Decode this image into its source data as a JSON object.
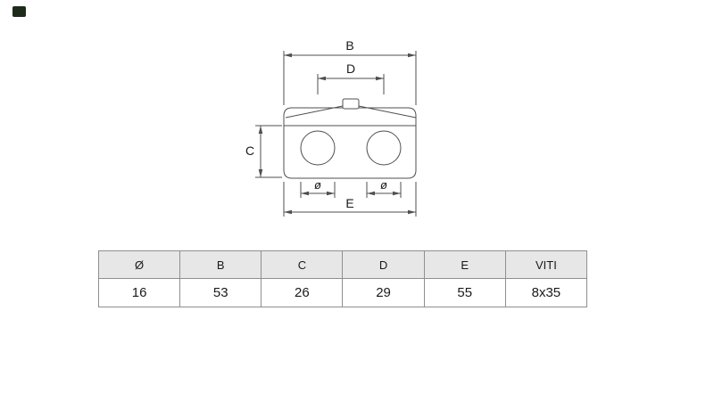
{
  "drawing": {
    "dim_b": "B",
    "dim_d": "D",
    "dim_c": "C",
    "dim_phi_left": "ø",
    "dim_phi_right": "ø",
    "dim_e": "E"
  },
  "table": {
    "headers": [
      "Ø",
      "B",
      "C",
      "D",
      "E",
      "VITI"
    ],
    "values": [
      "16",
      "53",
      "26",
      "29",
      "55",
      "8x35"
    ]
  },
  "colors": {
    "drawing_line": "#4f4f4f",
    "table_border": "#8f8f8f",
    "table_header_bg": "#e7e7e7"
  }
}
